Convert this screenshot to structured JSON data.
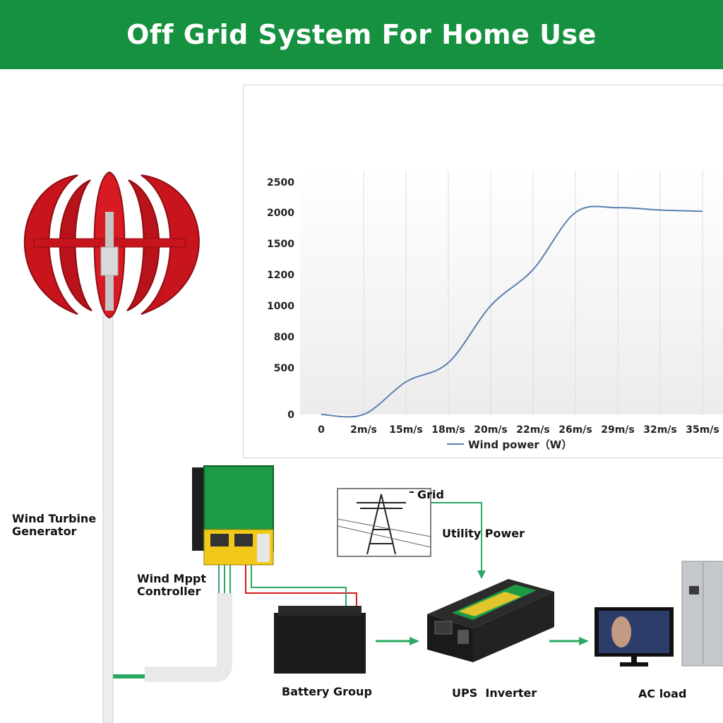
{
  "banner": {
    "title": "Off Grid System For Home Use",
    "color": "#15913f"
  },
  "chart_data": {
    "type": "line",
    "categories": [
      "0",
      "2m/s",
      "15m/s",
      "18m/s",
      "20m/s",
      "22m/s",
      "26m/s",
      "29m/s",
      "32m/s",
      "35m/s"
    ],
    "y_ticks": [
      "0",
      "500",
      "800",
      "1000",
      "1200",
      "1500",
      "2000",
      "2500"
    ],
    "series": [
      {
        "name": "Wind power（W）",
        "values": [
          0,
          0,
          350,
          550,
          1000,
          1250,
          2000,
          2080,
          2040,
          2020
        ],
        "color": "#5b7fb0"
      }
    ],
    "grid": "vertical",
    "legend": "bottom"
  },
  "labels": {
    "turbine": "Wind Turbine Generator",
    "controller": "Wind Mppt Controller",
    "grid": "Grid",
    "utility": "Utility Power",
    "battery": "Battery Group",
    "inverter": "UPS  Inverter",
    "load": "AC load"
  },
  "colors": {
    "turbine": "#c8141c",
    "controller": "#1d9a45",
    "arrow": "#2aa864",
    "wire_red": "#d21e1e"
  }
}
